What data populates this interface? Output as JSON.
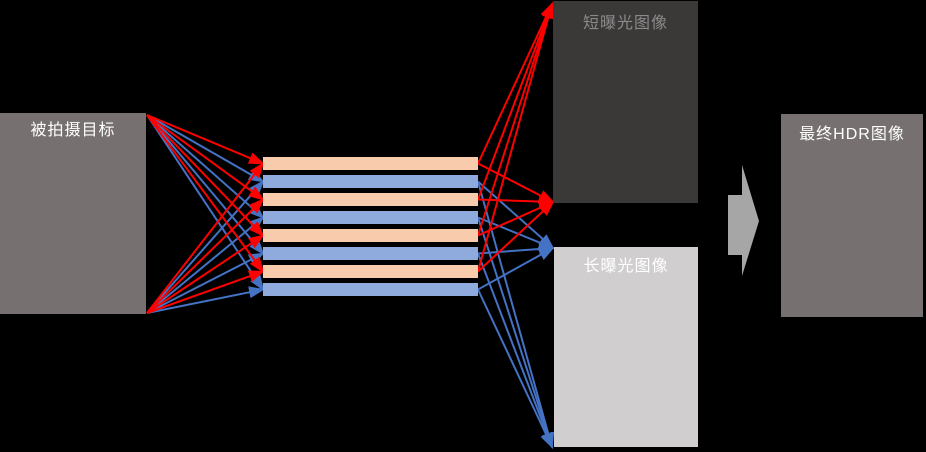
{
  "canvas": {
    "background": "#000000"
  },
  "diagram": {
    "target_box": {
      "label": "被拍摄目标",
      "fill": "#767170",
      "text_color": "#FFFFFF"
    },
    "sensor_stack": {
      "rows": 8,
      "row_colors": [
        "#F8CBAD",
        "#8FAADC"
      ]
    },
    "short_exposure_box": {
      "label": "短曝光图像",
      "fill": "#3B3838",
      "text_color": "#8A8A8A"
    },
    "long_exposure_box": {
      "label": "长曝光图像",
      "fill": "#D0CECE",
      "text_color": "#FFFFFF"
    },
    "final_box": {
      "label": "最终HDR图像",
      "fill": "#767170",
      "text_color": "#FFFFFF"
    },
    "merge_arrow": {
      "fill": "#A6A6A6"
    },
    "line_colors": {
      "short_exposure_rays": "#FF0000",
      "long_exposure_rays": "#4472C4"
    }
  }
}
